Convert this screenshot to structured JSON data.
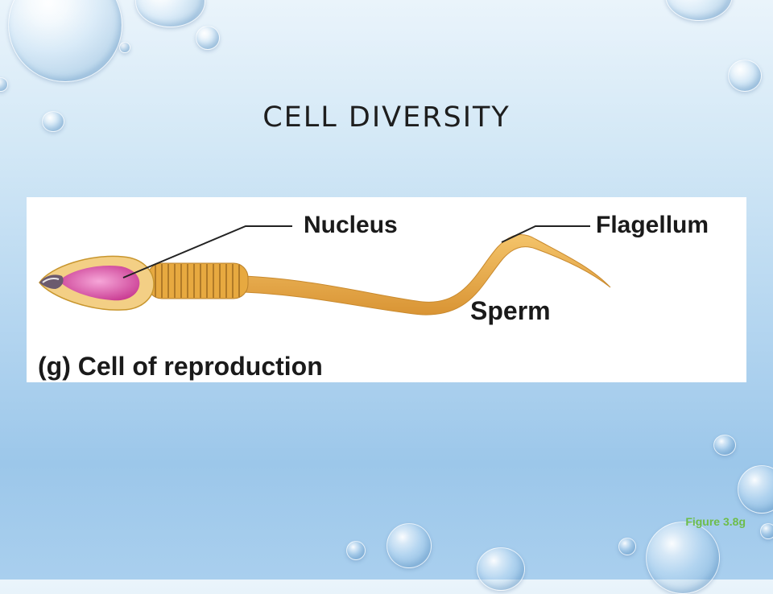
{
  "slide": {
    "title": "CELL DIVERSITY",
    "figure": {
      "labels": {
        "nucleus": "Nucleus",
        "flagellum": "Flagellum",
        "cell_name": "Sperm",
        "caption": "(g) Cell of reproduction"
      },
      "colors": {
        "head_pink": "#d94fa4",
        "body_gold": "#e7a940",
        "tail_gold": "#eab14c",
        "leader": "#222222"
      }
    },
    "figure_reference": "Figure 3.8g",
    "accent_color": "#6dbd4a"
  }
}
